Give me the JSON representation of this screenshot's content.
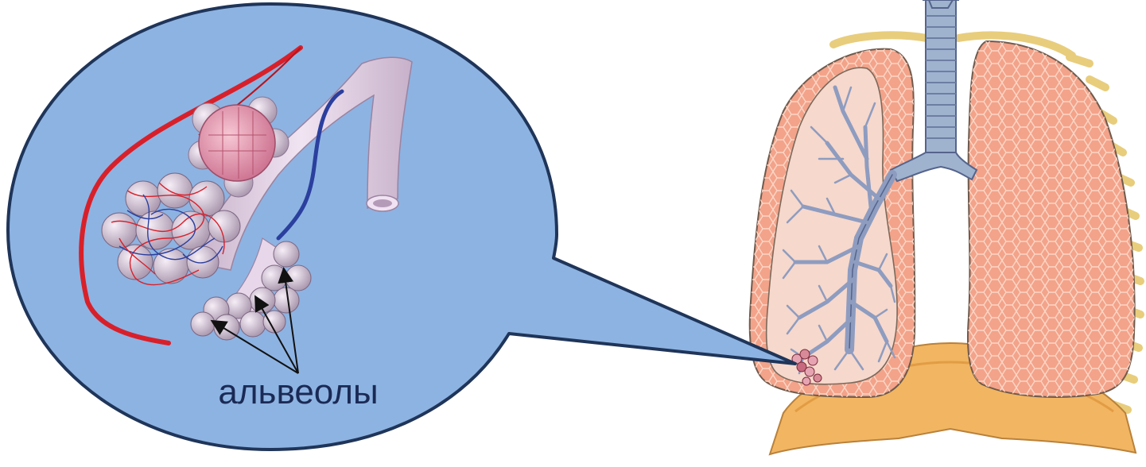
{
  "labels": {
    "alveoli": "альвеолы"
  },
  "colors": {
    "bubble_fill": "#8db3e2",
    "bubble_stroke": "#1f3559",
    "lung_fill": "#f4a58c",
    "lung_cell_stroke": "#fbd3c2",
    "lung_outline": "#7a6a5a",
    "airway": "#9aa8c8",
    "airway_dark": "#55648c",
    "trachea": "#9fb3cf",
    "rib": "#e9cf7f",
    "diaphragm": "#f3b865",
    "artery": "#d8202a",
    "vein": "#2b3f9e",
    "bronchiole": "#e7d4e9",
    "alveolus": "#d9c4da",
    "pink_cluster": "#e59ab0"
  },
  "icons": {
    "callout": "speech-bubble",
    "arrows": "pointer-arrows"
  }
}
